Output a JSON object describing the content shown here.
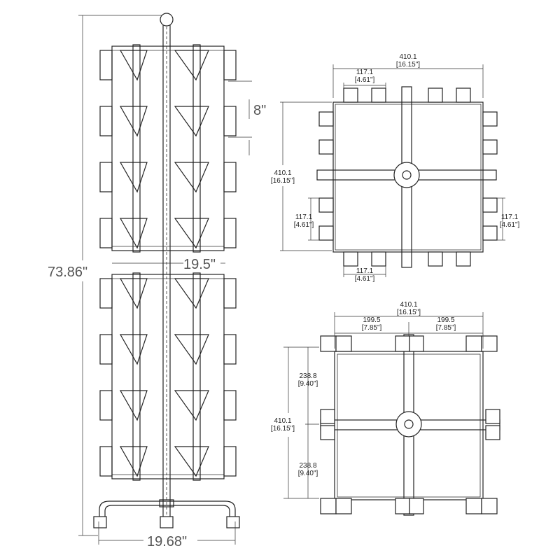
{
  "front_view": {
    "height": "73.86\"",
    "shelf_width": "19.5\"",
    "base_width": "19.68\"",
    "tier_spacing": "8\""
  },
  "top_view_upper": {
    "overall_width_mm": "410.1",
    "overall_width_in": "[16.15\"]",
    "overall_depth_mm": "410.1",
    "overall_depth_in": "[16.15\"]",
    "pocket_top_mm": "117.1",
    "pocket_top_in": "[4.61\"]",
    "pocket_left_mm": "117.1",
    "pocket_left_in": "[4.61\"]",
    "pocket_right_mm": "117.1",
    "pocket_right_in": "[4.61\"]",
    "pocket_bottom_mm": "117.1",
    "pocket_bottom_in": "[4.61\"]"
  },
  "top_view_lower": {
    "overall_width_mm": "410.1",
    "overall_width_in": "[16.15\"]",
    "half_left_mm": "199.5",
    "half_left_in": "[7.85\"]",
    "half_right_mm": "199.5",
    "half_right_in": "[7.85\"]",
    "overall_depth_mm": "410.1",
    "overall_depth_in": "[16.15\"]",
    "upper_half_mm": "238.8",
    "upper_half_in": "[9.40\"]",
    "lower_half_mm": "238.8",
    "lower_half_in": "[9.40\"]"
  }
}
